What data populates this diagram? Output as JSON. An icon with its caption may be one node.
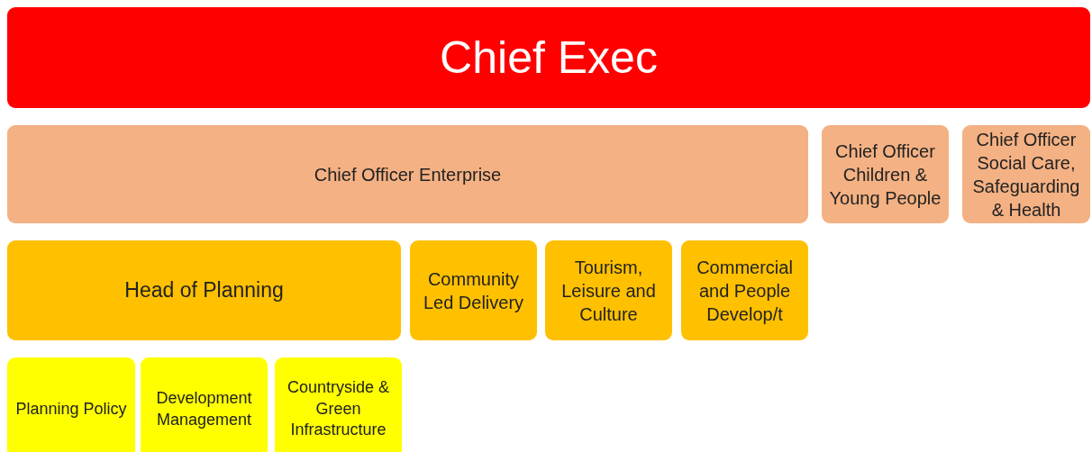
{
  "diagram": {
    "nodes": [
      {
        "text": [
          "Chief Exec"
        ]
      },
      {
        "text": [
          "Chief Officer Enterprise"
        ]
      },
      {
        "text": [
          "Chief Officer Children & Young People"
        ]
      },
      {
        "text": [
          "Chief Officer Social Care, Safeguarding & Health"
        ]
      },
      {
        "text": [
          "Head of Planning"
        ]
      },
      {
        "text": [
          "Community Led Delivery"
        ]
      },
      {
        "text": [
          "Tourism, Leisure and Culture"
        ]
      },
      {
        "text": [
          "Commercial and People Develop/t"
        ]
      },
      {
        "text": [
          "Planning Policy"
        ]
      },
      {
        "text": [
          "Development Management"
        ]
      },
      {
        "text": [
          "Countryside & Green Infrastructure"
        ]
      }
    ]
  }
}
